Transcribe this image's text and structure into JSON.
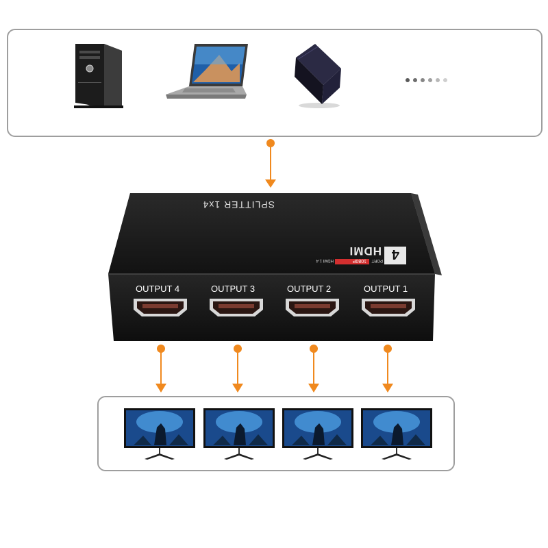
{
  "splitter": {
    "model_label": "SPLITTER 1x4",
    "badge_number": "4",
    "badge_port": "PORT",
    "badge_hdmi": "HDMI",
    "badge_resolution": "1080P",
    "badge_version": "HDMI 1.4",
    "outputs": [
      "OUTPUT 4",
      "OUTPUT 3",
      "OUTPUT 2",
      "OUTPUT 1"
    ]
  },
  "sources": [
    "desktop-pc",
    "laptop",
    "media-box",
    "more-sources"
  ],
  "displays": [
    "monitor-1",
    "monitor-2",
    "monitor-3",
    "monitor-4"
  ],
  "colors": {
    "arrow": "#f0891e",
    "box_border": "#9e9e9e",
    "device_body": "#151515",
    "badge_red": "#d32f2f",
    "screen_blue": "#1a4a8c"
  },
  "icons": {
    "dots": [
      "#5a5a5a",
      "#6e6e6e",
      "#868686",
      "#a0a0a0",
      "#b8b8b8",
      "#cfcfcf"
    ]
  }
}
